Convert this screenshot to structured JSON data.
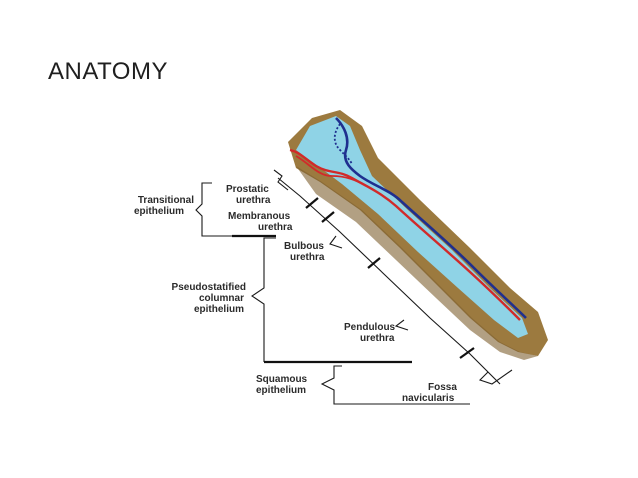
{
  "slide": {
    "title": "ANATOMY"
  },
  "diagram": {
    "labels": {
      "transitional_line1": "Transitional",
      "transitional_line2": "epithelium",
      "prostatic_line1": "Prostatic",
      "prostatic_line2": "urethra",
      "membranous_line1": "Membranous",
      "membranous_line2": "urethra",
      "bulbous_line1": "Bulbous",
      "bulbous_line2": "urethra",
      "pseudo_line1": "Pseudostatified",
      "pseudo_line2": "columnar",
      "pseudo_line3": "epithelium",
      "pendulous_line1": "Pendulous",
      "pendulous_line2": "urethra",
      "squamous_line1": "Squamous",
      "squamous_line2": "epithelium",
      "fossa_line1": "Fossa",
      "fossa_line2": "navicularis"
    },
    "colors": {
      "tissue": "#9c7a3f",
      "lumen": "#8fd3e6",
      "artery": "#d12a2a",
      "vein": "#1f2f8f"
    }
  }
}
